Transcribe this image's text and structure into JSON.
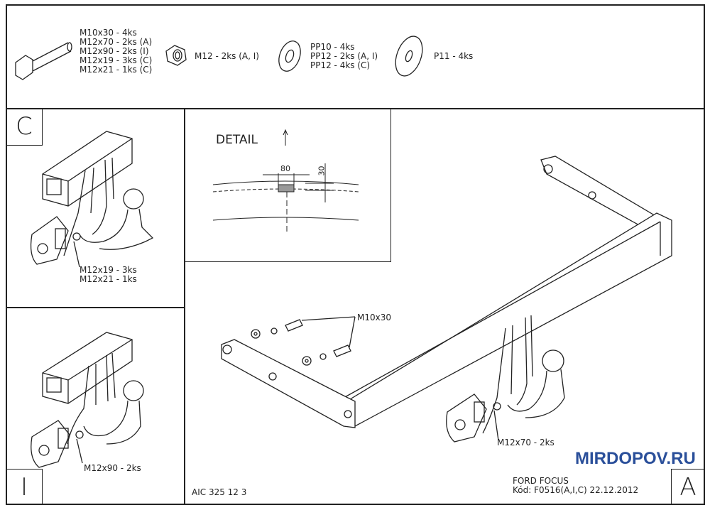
{
  "parts": {
    "bolts": [
      "M10x30 - 4ks",
      "M12x70 - 2ks (A)",
      "M12x90 - 2ks (I)",
      "M12x19 - 3ks (C)",
      "M12x21 - 1ks (C)"
    ],
    "nut": "M12 - 2ks (A, I)",
    "washers": [
      "PP10 - 4ks",
      "PP12 - 2ks (A, I)",
      "PP12 - 4ks (C)"
    ],
    "large_washer": "P11 - 4ks"
  },
  "panel_c": {
    "label": "C",
    "callout": [
      "M12x19 - 3ks",
      "M12x21 - 1ks"
    ]
  },
  "panel_i": {
    "label": "I",
    "callout": "M12x90 - 2ks"
  },
  "detail": {
    "title": "DETAIL",
    "dim_width": "80",
    "dim_height": "30"
  },
  "main": {
    "label": "A",
    "callout_bolt": "M10x30",
    "callout_ball": "M12x70 - 2ks"
  },
  "footer": {
    "code": "AIC 325 12 3",
    "model": "FORD FOCUS",
    "kod": "Kód: F0516(A,I,C) 22.12.2012",
    "watermark": "MIRDOPOV.RU"
  }
}
